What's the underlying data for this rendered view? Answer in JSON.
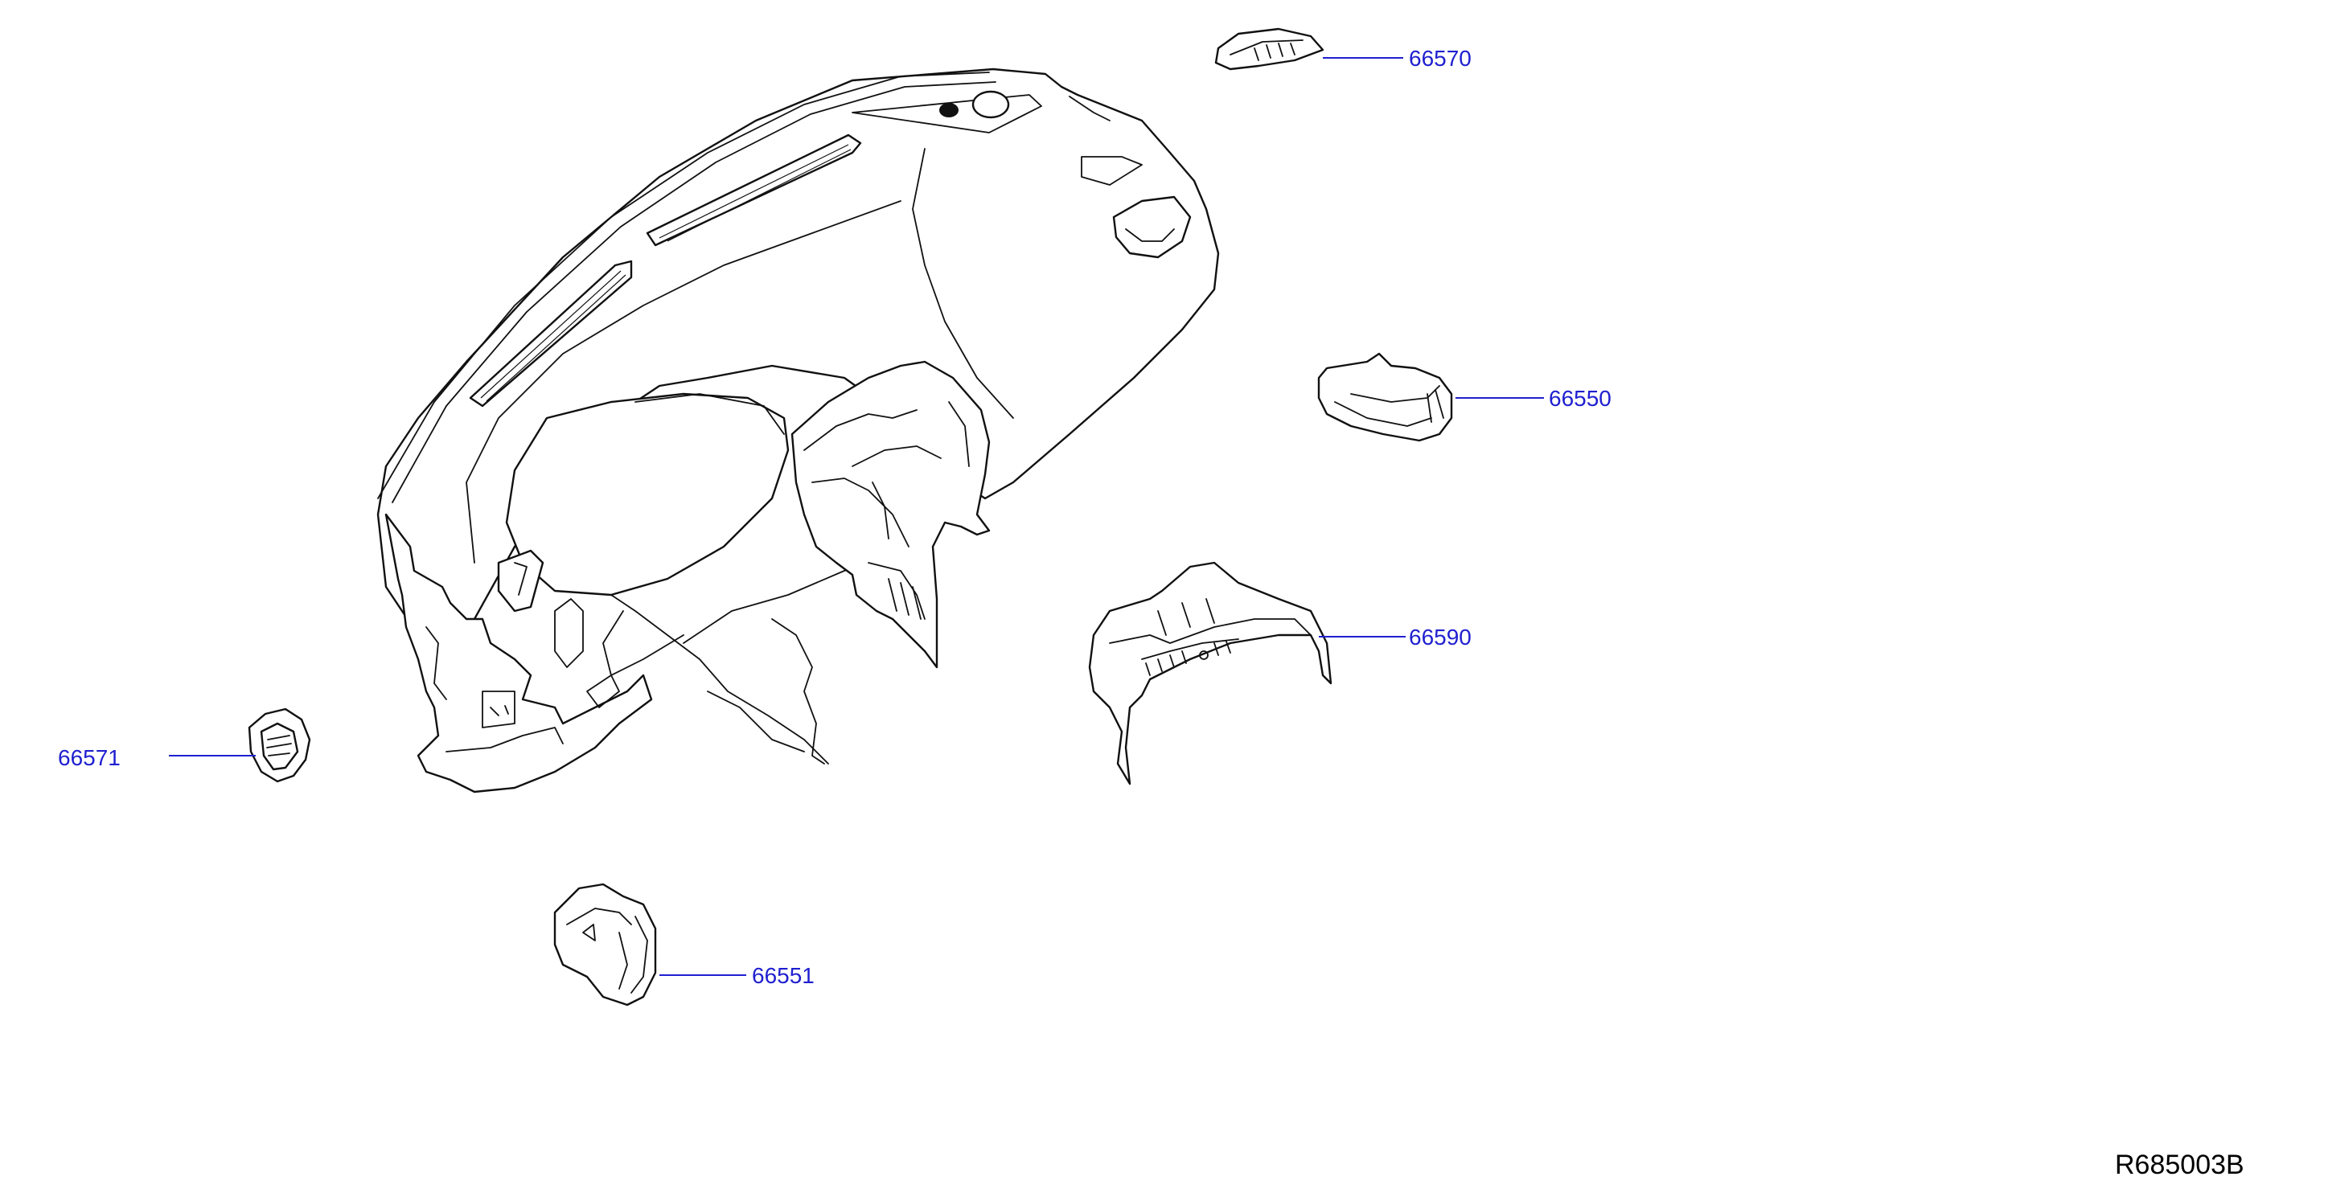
{
  "diagram": {
    "reference_code": "R685003B",
    "callouts": [
      {
        "id": "c66570",
        "part_number": "66570"
      },
      {
        "id": "c66550",
        "part_number": "66550"
      },
      {
        "id": "c66590",
        "part_number": "66590"
      },
      {
        "id": "c66571",
        "part_number": "66571"
      },
      {
        "id": "c66551",
        "part_number": "66551"
      }
    ],
    "colors": {
      "callout": "#1f1fd0",
      "line_art": "#111111",
      "background": "#ffffff"
    }
  }
}
